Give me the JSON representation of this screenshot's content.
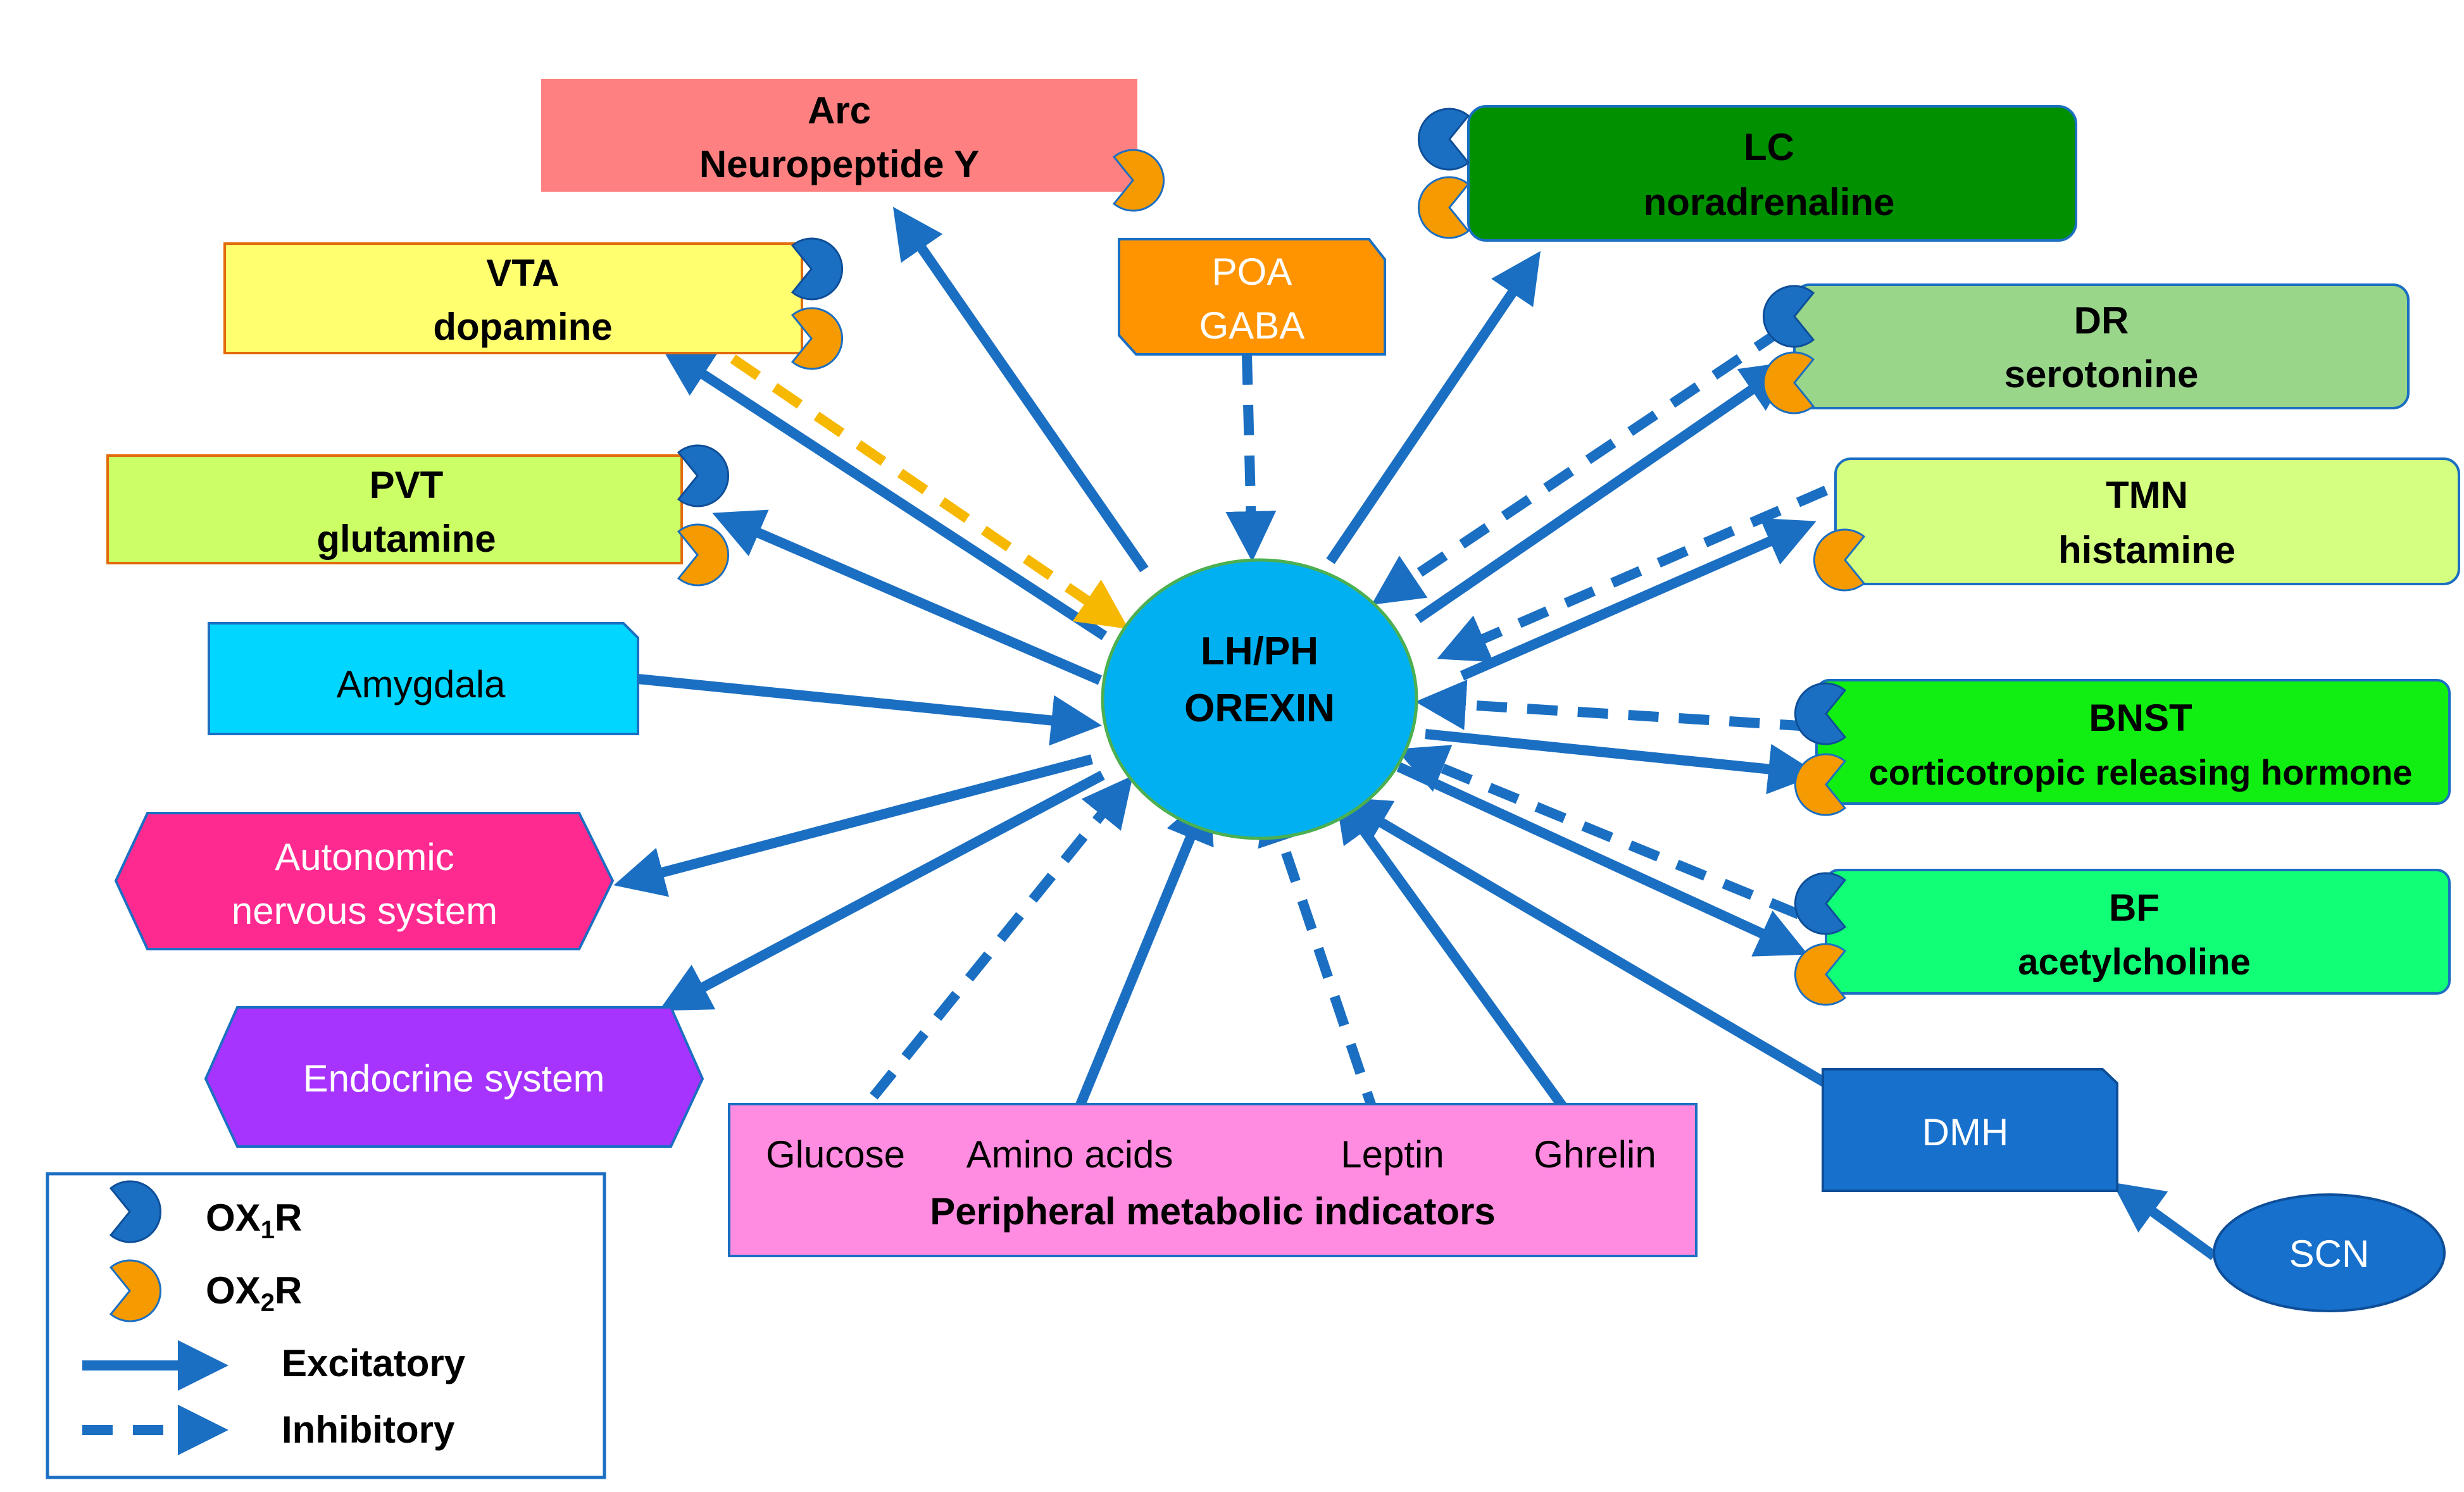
{
  "center": {
    "line1": "LH/PH",
    "line2": "OREXIN"
  },
  "nodes": {
    "arc": {
      "line1": "Arc",
      "line2": "Neuropeptide Y"
    },
    "vta": {
      "line1": "VTA",
      "line2": "dopamine"
    },
    "pvt": {
      "line1": "PVT",
      "line2": "glutamine"
    },
    "amygdala": {
      "label": "Amygdala"
    },
    "ans": {
      "line1": "Autonomic",
      "line2": "nervous system"
    },
    "endocrine": {
      "label": "Endocrine system"
    },
    "poa": {
      "line1": "POA",
      "line2": "GABA"
    },
    "lc": {
      "line1": "LC",
      "line2": "noradrenaline"
    },
    "dr": {
      "line1": "DR",
      "line2": "serotonine"
    },
    "tmn": {
      "line1": "TMN",
      "line2": "histamine"
    },
    "bnst": {
      "line1": "BNST",
      "line2": "corticotropic releasing hormone"
    },
    "bf": {
      "line1": "BF",
      "line2": "acetylcholine"
    },
    "dmh": {
      "label": "DMH"
    },
    "scn": {
      "label": "SCN"
    },
    "peripheral": {
      "glucose": "Glucose",
      "amino": "Amino acids",
      "leptin": "Leptin",
      "ghrelin": "Ghrelin",
      "title": "Peripheral metabolic indicators"
    }
  },
  "legend": {
    "ox1_main": "OX",
    "ox1_sub": "1",
    "ox1_tail": "R",
    "ox2_main": "OX",
    "ox2_sub": "2",
    "ox2_tail": "R",
    "excitatory": "Excitatory",
    "inhibitory": "Inhibitory"
  },
  "colors": {
    "arrow": "#1B6FC2",
    "vta_arrow": "#F6B800",
    "ox1": "#1B6FC2",
    "ox2": "#F59A00",
    "center_fill": "#00B0F0",
    "center_stroke": "#4CAF50",
    "arc": "#FF8080",
    "vta": "#FFFF70",
    "pvt": "#CCFF66",
    "amygdala": "#00D6FF",
    "ans": "#FF2A90",
    "endocrine": "#A733FF",
    "poa": "#FF9400",
    "lc": "#009000",
    "dr": "#99D68A",
    "tmn": "#D4FF80",
    "bnst": "#11EE11",
    "bf": "#11FF77",
    "dmh": "#1670CC",
    "scn": "#1670CC",
    "peripheral": "#FF8CE0"
  }
}
